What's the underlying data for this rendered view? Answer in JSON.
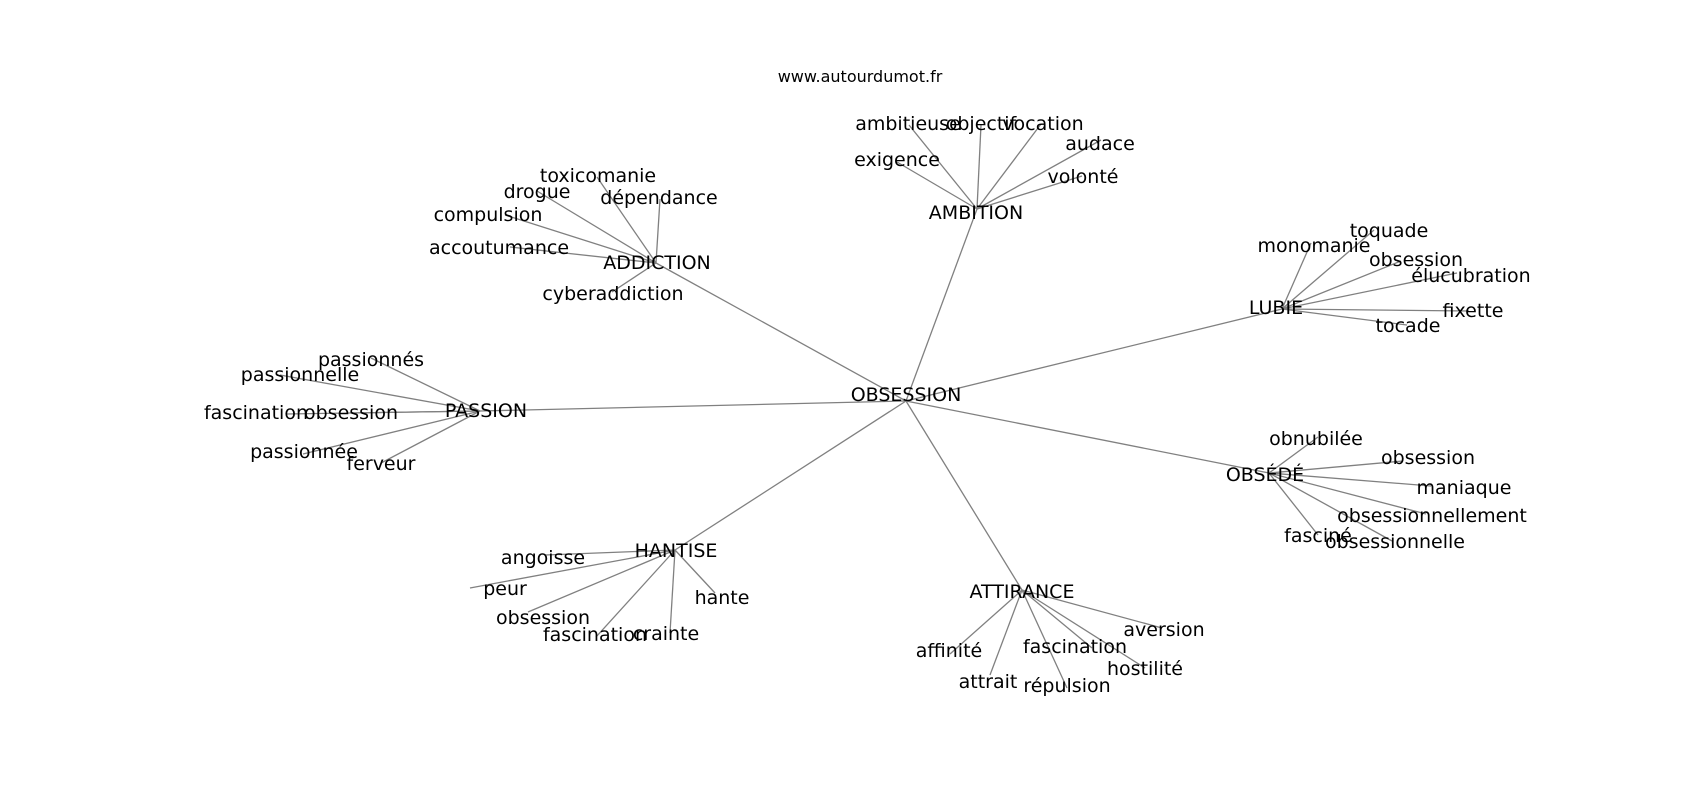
{
  "source": "www.autourdumot.fr",
  "center": "OBSESSION",
  "colors": {
    "edge": "#808080",
    "text": "#000000",
    "background": "#ffffff"
  },
  "clusters": [
    {
      "hub": "ADDICTION",
      "words": [
        "toxicomanie",
        "drogue",
        "dépendance",
        "compulsion",
        "accoutumance",
        "cyberaddiction"
      ]
    },
    {
      "hub": "AMBITION",
      "words": [
        "ambitieuse",
        "objectif",
        "vocation",
        "audace",
        "exigence",
        "volonté"
      ]
    },
    {
      "hub": "LUBIE",
      "words": [
        "toquade",
        "monomanie",
        "obsession",
        "élucubration",
        "fixette",
        "tocade"
      ]
    },
    {
      "hub": "PASSION",
      "words": [
        "passionnés",
        "passionnelle",
        "fascination",
        "obsession",
        "passionnée",
        "ferveur"
      ]
    },
    {
      "hub": "OBSÉDÉ",
      "words": [
        "obnubilée",
        "obsession",
        "maniaque",
        "obsessionnellement",
        "fasciné",
        "obsessionnelle"
      ]
    },
    {
      "hub": "HANTISE",
      "words": [
        "angoisse",
        "peur",
        "obsession",
        "fascination",
        "crainte",
        "hante"
      ]
    },
    {
      "hub": "ATTIRANCE",
      "words": [
        "aversion",
        "affinité",
        "fascination",
        "hostilité",
        "attrait",
        "répulsion"
      ]
    }
  ]
}
